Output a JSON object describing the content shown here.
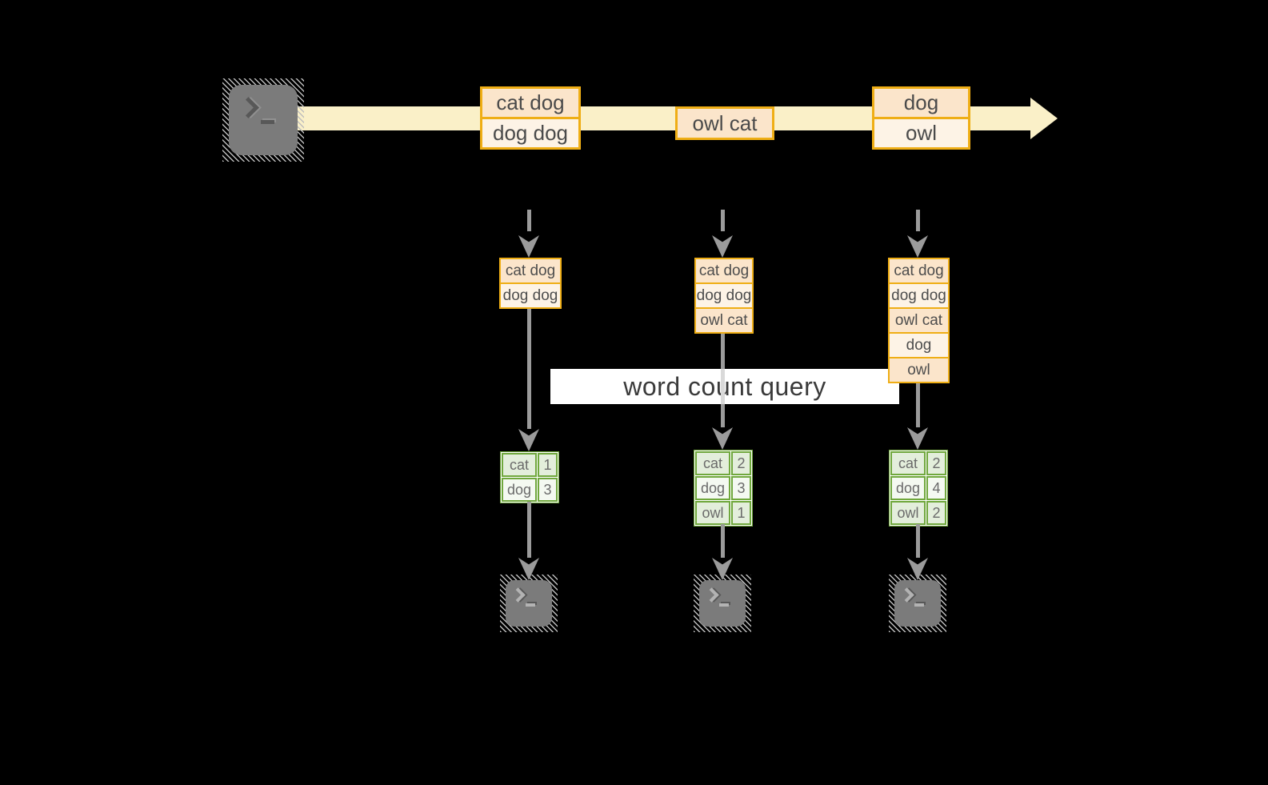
{
  "colors": {
    "background": "#000000",
    "stream_band": "#FAF0C8",
    "accent_orange_border": "#EFAE15",
    "batch_cell_dark": "#FBE5CB",
    "batch_cell_light": "#FDF3E6",
    "green_border": "#70A83D",
    "count_row_dark": "#E3EEDB",
    "count_row_light": "#F4F9F1",
    "arrow_gray": "#9B9B9B",
    "terminal_gray": "#7B7B7B",
    "query_band_bg": "#FFFFFF",
    "text_dark": "#4A4A4A"
  },
  "stream": {
    "source_icon": "terminal-icon",
    "batches": [
      {
        "lines": [
          "cat dog",
          "dog dog"
        ]
      },
      {
        "lines": [
          "owl cat"
        ]
      },
      {
        "lines": [
          "dog",
          "owl"
        ]
      }
    ]
  },
  "query": {
    "label": "word count query"
  },
  "columns": [
    {
      "state": [
        "cat dog",
        "dog dog"
      ],
      "counts": [
        {
          "word": "cat",
          "count": "1"
        },
        {
          "word": "dog",
          "count": "3"
        }
      ],
      "sink_icon": "terminal-icon"
    },
    {
      "state": [
        "cat dog",
        "dog dog",
        "owl cat"
      ],
      "counts": [
        {
          "word": "cat",
          "count": "2"
        },
        {
          "word": "dog",
          "count": "3"
        },
        {
          "word": "owl",
          "count": "1"
        }
      ],
      "sink_icon": "terminal-icon"
    },
    {
      "state": [
        "cat dog",
        "dog dog",
        "owl cat",
        "dog",
        "owl"
      ],
      "counts": [
        {
          "word": "cat",
          "count": "2"
        },
        {
          "word": "dog",
          "count": "4"
        },
        {
          "word": "owl",
          "count": "2"
        }
      ],
      "sink_icon": "terminal-icon"
    }
  ]
}
